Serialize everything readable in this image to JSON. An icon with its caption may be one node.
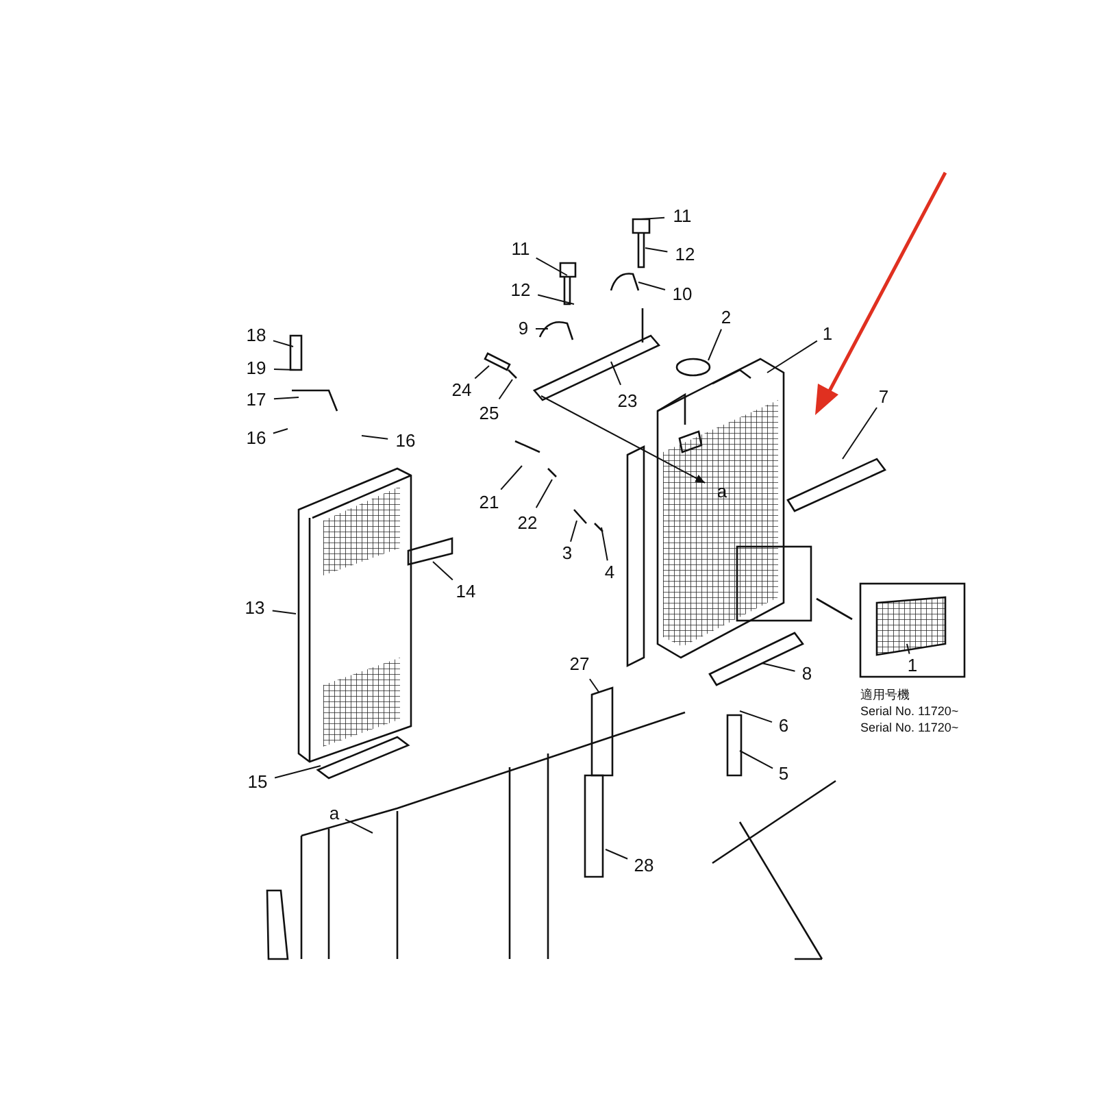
{
  "diagram": {
    "nodes": [
      {
        "text": [
          "11"
        ]
      },
      {
        "text": [
          "12"
        ]
      },
      {
        "text": [
          "11"
        ]
      },
      {
        "text": [
          "10"
        ]
      },
      {
        "text": [
          "12"
        ]
      },
      {
        "text": [
          "2"
        ]
      },
      {
        "text": [
          "9"
        ]
      },
      {
        "text": [
          "1"
        ]
      },
      {
        "text": [
          "18"
        ]
      },
      {
        "text": [
          "19"
        ]
      },
      {
        "text": [
          "24"
        ]
      },
      {
        "text": [
          "7"
        ]
      },
      {
        "text": [
          "17"
        ]
      },
      {
        "text": [
          "23"
        ]
      },
      {
        "text": [
          "25"
        ]
      },
      {
        "text": [
          "16"
        ]
      },
      {
        "text": [
          "16"
        ]
      },
      {
        "text": [
          "a"
        ]
      },
      {
        "text": [
          "21"
        ]
      },
      {
        "text": [
          "22"
        ]
      },
      {
        "text": [
          "3"
        ]
      },
      {
        "text": [
          "4"
        ]
      },
      {
        "text": [
          "14"
        ]
      },
      {
        "text": [
          "13"
        ]
      },
      {
        "text": [
          "27"
        ]
      },
      {
        "text": [
          "8"
        ]
      },
      {
        "text": [
          "1"
        ]
      },
      {
        "text": [
          "6"
        ]
      },
      {
        "text": [
          "5"
        ]
      },
      {
        "text": [
          "15"
        ]
      },
      {
        "text": [
          "a"
        ]
      },
      {
        "text": [
          "28"
        ]
      }
    ],
    "edges": [
      {
        "from": 0,
        "to": null,
        "arrow": "none"
      },
      {
        "from": 1,
        "to": null,
        "arrow": "none"
      },
      {
        "from": 2,
        "to": null,
        "arrow": "none"
      },
      {
        "from": 3,
        "to": null,
        "arrow": "none"
      },
      {
        "from": 4,
        "to": null,
        "arrow": "none"
      },
      {
        "from": 5,
        "to": null,
        "arrow": "none"
      },
      {
        "from": 6,
        "to": null,
        "arrow": "none"
      },
      {
        "from": 7,
        "to": null,
        "arrow": "none"
      },
      {
        "from": 8,
        "to": null,
        "arrow": "none"
      },
      {
        "from": 9,
        "to": null,
        "arrow": "none"
      },
      {
        "from": 10,
        "to": null,
        "arrow": "none"
      },
      {
        "from": 11,
        "to": null,
        "arrow": "none"
      },
      {
        "from": 12,
        "to": null,
        "arrow": "none"
      },
      {
        "from": 13,
        "to": null,
        "arrow": "none"
      },
      {
        "from": 14,
        "to": null,
        "arrow": "none"
      },
      {
        "from": 15,
        "to": null,
        "arrow": "none"
      },
      {
        "from": 16,
        "to": null,
        "arrow": "none"
      },
      {
        "from": null,
        "to": 17,
        "arrow": "to"
      },
      {
        "from": 18,
        "to": null,
        "arrow": "none"
      },
      {
        "from": 19,
        "to": null,
        "arrow": "none"
      },
      {
        "from": 20,
        "to": null,
        "arrow": "none"
      },
      {
        "from": 21,
        "to": null,
        "arrow": "none"
      },
      {
        "from": 22,
        "to": null,
        "arrow": "none"
      },
      {
        "from": 23,
        "to": null,
        "arrow": "none"
      },
      {
        "from": 24,
        "to": null,
        "arrow": "none"
      },
      {
        "from": 25,
        "to": null,
        "arrow": "none"
      },
      {
        "from": 26,
        "to": null,
        "arrow": "none"
      },
      {
        "from": 27,
        "to": null,
        "arrow": "none"
      },
      {
        "from": 28,
        "to": null,
        "arrow": "none"
      },
      {
        "from": 29,
        "to": null,
        "arrow": "none"
      },
      {
        "from": 30,
        "to": null,
        "arrow": "none"
      },
      {
        "from": 31,
        "to": null,
        "arrow": "none"
      }
    ],
    "labels": [
      "適用号機",
      "Serial No. 11720~",
      "Serial No. 11720~"
    ]
  }
}
